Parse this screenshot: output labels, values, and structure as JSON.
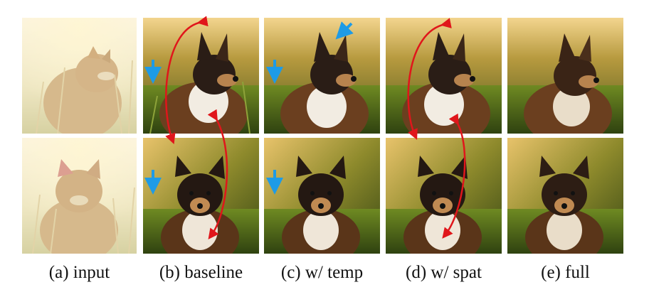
{
  "figure": {
    "captions": [
      "(a) input",
      "(b) baseline",
      "(c) w/ temp",
      "(d) w/ spat",
      "(e) full"
    ]
  },
  "annotation_colors": {
    "arrow_blue": "#1e9be6",
    "arrow_red": "#e0161b"
  },
  "icons": [
    "blue-arrow-icon",
    "red-double-arrow-icon"
  ]
}
